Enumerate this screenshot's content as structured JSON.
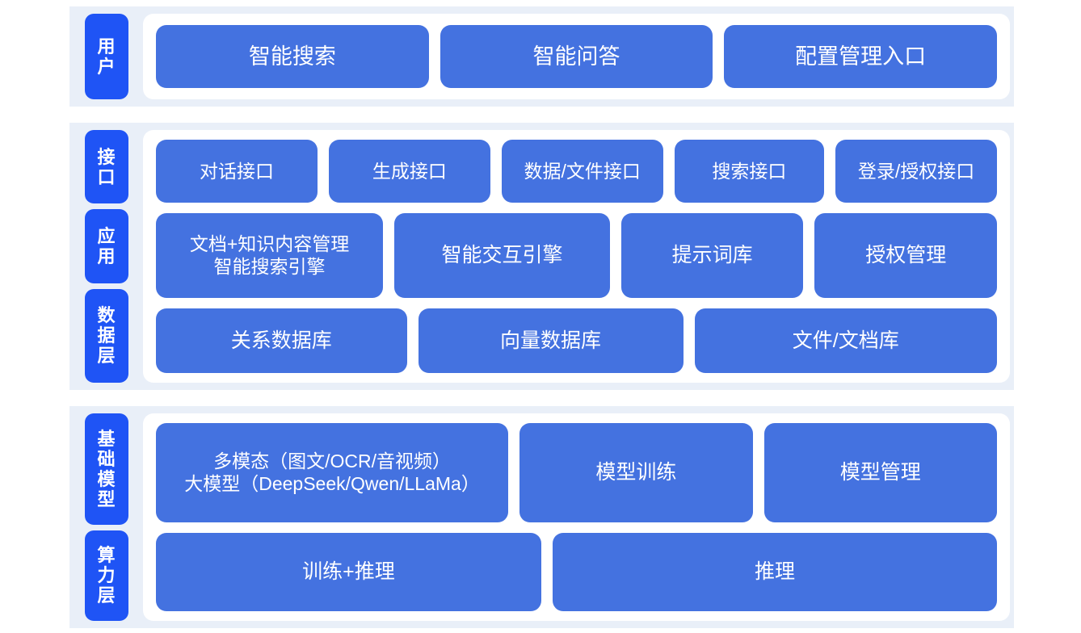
{
  "theme": {
    "page_background": "#ffffff",
    "band_background": "#e9eff8",
    "card_background": "#ffffff",
    "tag_color": "#1f54f5",
    "box_color": "#4472e0",
    "text_color": "#ffffff"
  },
  "sections": [
    {
      "id": "user",
      "tags": [
        "用\n户"
      ],
      "rows": [
        {
          "id": "user-entries",
          "boxes": [
            {
              "label": "智能搜索"
            },
            {
              "label": "智能问答"
            },
            {
              "label": "配置管理入口"
            }
          ]
        }
      ]
    },
    {
      "id": "middle",
      "tags": [
        "接\n口",
        "应\n用",
        "数\n据\n层"
      ],
      "rows": [
        {
          "id": "interface-row",
          "boxes": [
            {
              "label": "对话接口"
            },
            {
              "label": "生成接口"
            },
            {
              "label": "数据/文件接口"
            },
            {
              "label": "搜索接口"
            },
            {
              "label": "登录/授权接口"
            }
          ]
        },
        {
          "id": "application-row",
          "boxes": [
            {
              "label": "文档+知识内容管理\n智能搜索引擎"
            },
            {
              "label": "智能交互引擎"
            },
            {
              "label": "提示词库"
            },
            {
              "label": "授权管理"
            }
          ]
        },
        {
          "id": "data-row",
          "boxes": [
            {
              "label": "关系数据库"
            },
            {
              "label": "向量数据库"
            },
            {
              "label": "文件/文档库"
            }
          ]
        }
      ]
    },
    {
      "id": "foundation",
      "tags": [
        "基\n础\n模\n型",
        "算\n力\n层"
      ],
      "rows": [
        {
          "id": "model-row",
          "boxes": [
            {
              "label": "多模态（图文/OCR/音视频）\n大模型（DeepSeek/Qwen/LLaMa）"
            },
            {
              "label": "模型训练"
            },
            {
              "label": "模型管理"
            }
          ]
        },
        {
          "id": "compute-row",
          "boxes": [
            {
              "label": "训练+推理"
            },
            {
              "label": "推理"
            }
          ]
        }
      ]
    }
  ]
}
